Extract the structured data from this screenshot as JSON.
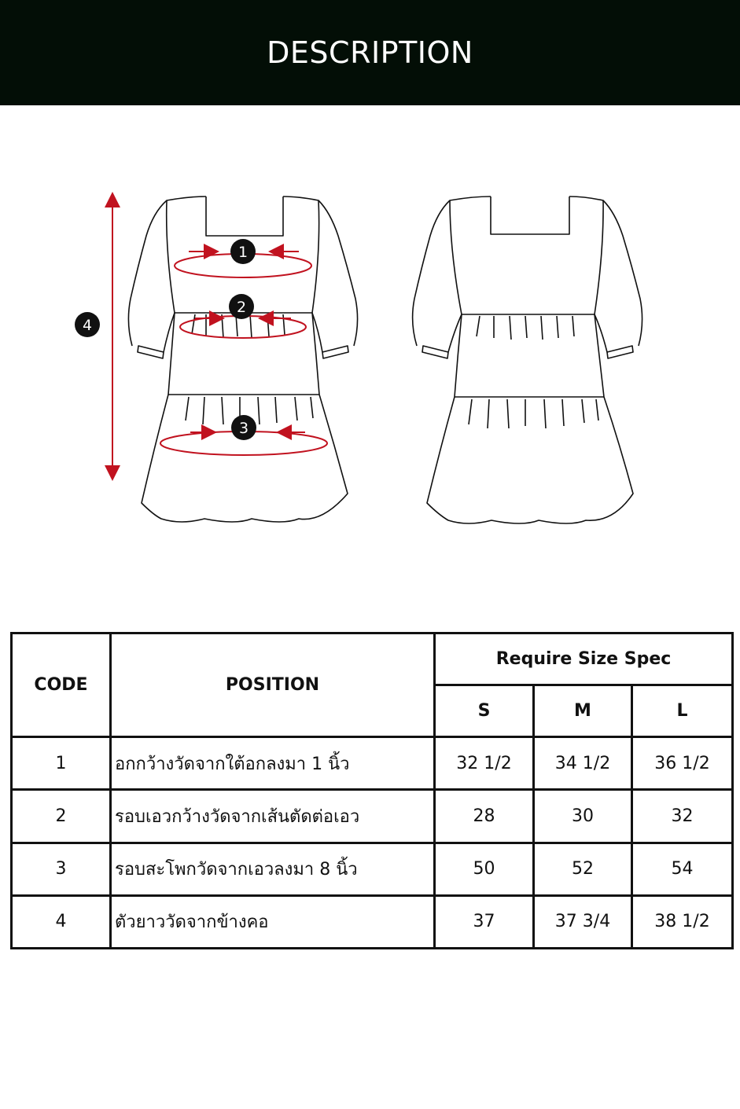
{
  "header": {
    "title": "DESCRIPTION"
  },
  "illustration": {
    "badges": [
      "1",
      "2",
      "3",
      "4"
    ],
    "colors": {
      "arrow": "#c1121f",
      "line": "#111111",
      "badge": "#111111"
    }
  },
  "table": {
    "headers": {
      "code": "CODE",
      "position": "POSITION",
      "spec": "Require Size Spec",
      "sizes": [
        "S",
        "M",
        "L"
      ]
    },
    "rows": [
      {
        "code": "1",
        "position": "อกกว้างวัดจากใต้อกลงมา 1 นิ้ว",
        "s": "32 1/2",
        "m": "34 1/2",
        "l": "36 1/2"
      },
      {
        "code": "2",
        "position": "รอบเอวกว้างวัดจากเส้นตัดต่อเอว",
        "s": "28",
        "m": "30",
        "l": "32"
      },
      {
        "code": "3",
        "position": "รอบสะโพกวัดจากเอวลงมา 8 นิ้ว",
        "s": "50",
        "m": "52",
        "l": "54"
      },
      {
        "code": "4",
        "position": "ตัวยาววัดจากข้างคอ",
        "s": "37",
        "m": "37 3/4",
        "l": "38 1/2"
      }
    ]
  }
}
